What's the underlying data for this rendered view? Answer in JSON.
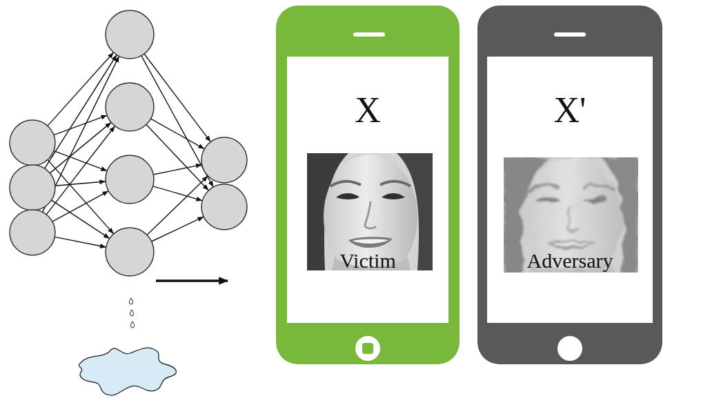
{
  "diagram": {
    "nodes": [
      {
        "text": [
          "X",
          "Victim"
        ]
      },
      {
        "text": [
          "X'",
          "Adversary"
        ]
      }
    ]
  }
}
